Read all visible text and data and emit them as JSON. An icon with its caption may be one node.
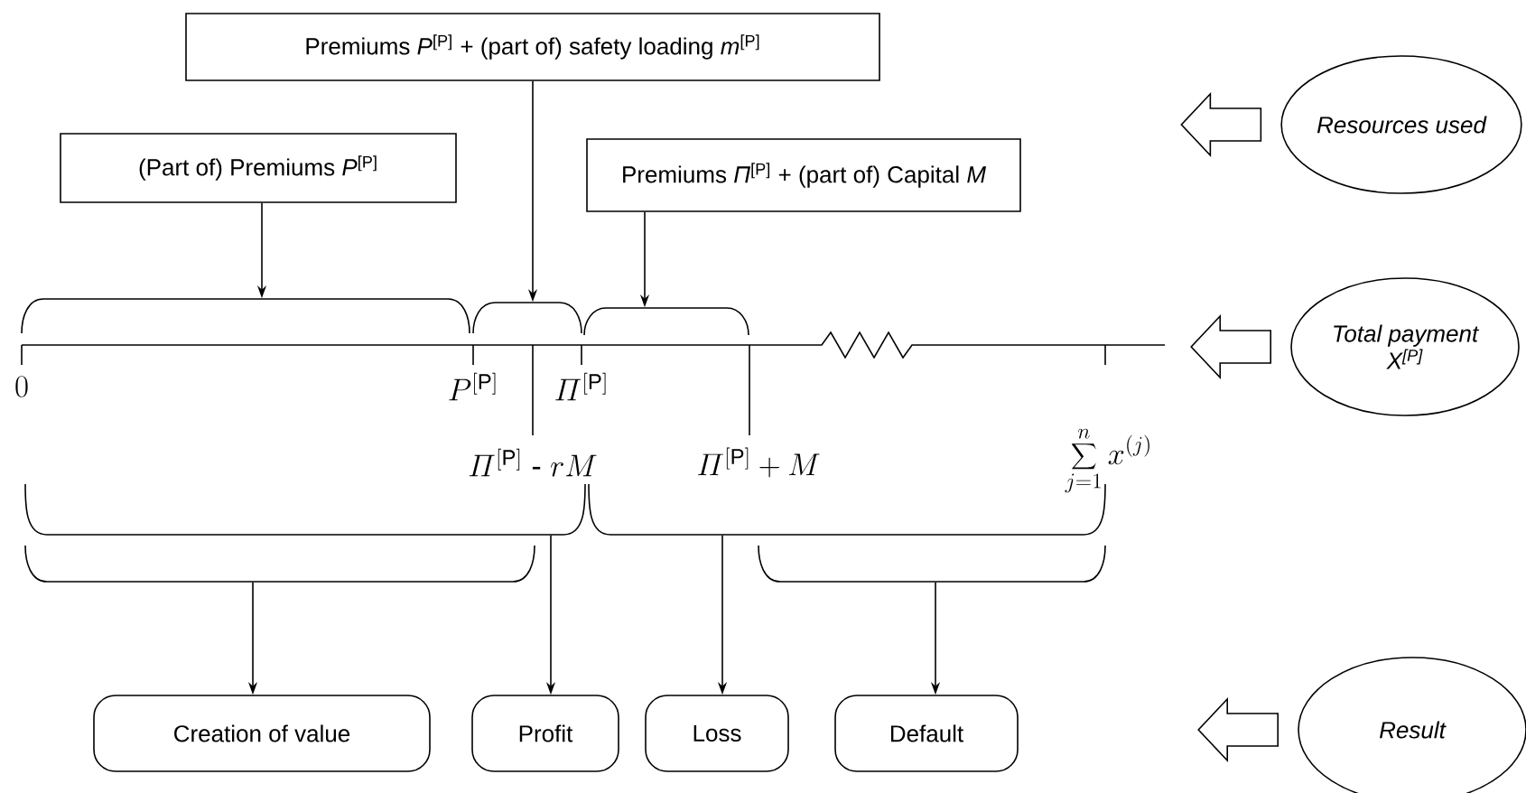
{
  "diagram": {
    "nodes": [
      {
        "text": [
          "Premiums *P*$^{[P]}$ + (part of) safety loading *m*$^{[P]}$"
        ]
      },
      {
        "text": [
          "(Part of) Premiums *P*$^{[P]}$"
        ]
      },
      {
        "text": [
          "Premiums *Π*$^{[P]}$ + (part of) Capital *M*"
        ]
      },
      {
        "text": [
          "Resources used"
        ]
      },
      {
        "text": [],
        "shape": "brace"
      },
      {
        "text": [],
        "shape": "brace"
      },
      {
        "text": [],
        "shape": "brace"
      },
      {
        "text": [
          "Total payment",
          "*X*$^{[P]}$"
        ]
      },
      {
        "text": [],
        "shape": "brace"
      },
      {
        "text": [],
        "shape": "brace"
      },
      {
        "text": [],
        "shape": "brace"
      },
      {
        "text": [],
        "shape": "brace"
      },
      {
        "text": [
          "Creation of value"
        ]
      },
      {
        "text": [
          "Profit"
        ]
      },
      {
        "text": [
          "Loss"
        ]
      },
      {
        "text": [
          "Default"
        ]
      },
      {
        "text": [
          "Result"
        ]
      }
    ],
    "edges": [
      {
        "from": 1,
        "to": 4,
        "arrow": "to"
      },
      {
        "from": 0,
        "to": 5,
        "arrow": "to"
      },
      {
        "from": 2,
        "to": 6,
        "arrow": "to"
      },
      {
        "from": 10,
        "to": 12,
        "arrow": "to"
      },
      {
        "from": 8,
        "to": 13,
        "arrow": "to"
      },
      {
        "from": 9,
        "to": 14,
        "arrow": "to"
      },
      {
        "from": 11,
        "to": 15,
        "arrow": "to"
      },
      {
        "from": 3,
        "to": null,
        "arrow": "to"
      },
      {
        "from": 7,
        "to": null,
        "arrow": "to"
      },
      {
        "from": 16,
        "to": null,
        "arrow": "to"
      }
    ],
    "labels": [
      "0",
      "P^{[\\mathrm{P}]}",
      "\\mathnormal{\\Pi}^{[\\mathrm{P}]}",
      "\\mathnormal{\\Pi}^{[\\mathrm{P}]} \\mbox{ - } rM",
      "\\mathnormal{\\Pi}^{[\\mathrm{P}]} + M",
      "\\sum_{j=1}^{n} x^{(j)}"
    ]
  }
}
